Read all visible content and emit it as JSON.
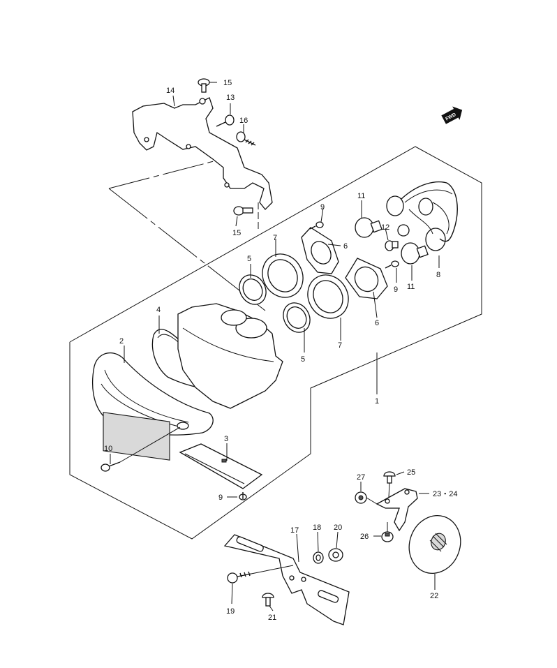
{
  "fwd_badge": "FWD",
  "callouts": {
    "c1": "1",
    "c2": "2",
    "c3": "3",
    "c4": "4",
    "c5a": "5",
    "c5b": "5",
    "c6a": "6",
    "c6b": "6",
    "c7a": "7",
    "c7b": "7",
    "c8": "8",
    "c9a": "9",
    "c9b": "9",
    "c9c": "9",
    "c10": "10",
    "c11a": "11",
    "c11b": "11",
    "c12": "12",
    "c13": "13",
    "c14": "14",
    "c15a": "15",
    "c15b": "15",
    "c16": "16",
    "c17": "17",
    "c18": "18",
    "c19": "19",
    "c20": "20",
    "c21": "21",
    "c22": "22",
    "c23_24": "23・24",
    "c25": "25",
    "c26": "26",
    "c27": "27"
  }
}
